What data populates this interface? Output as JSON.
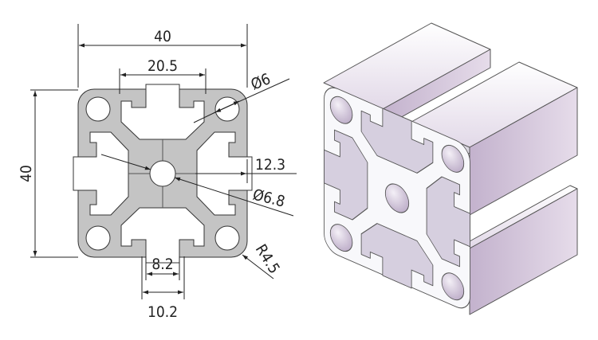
{
  "drawing": {
    "width_label": "40",
    "height_label": "40",
    "slot_spacing_label": "20.5",
    "corner_hole_label": "Ø6",
    "center_offset_label": "12.3",
    "center_hole_label": "Ø6.8",
    "corner_radius_label": "R4.5",
    "slot_opening_label": "8.2",
    "slot_outer_label": "10.2"
  },
  "colors": {
    "profile_fill": "#c4c4c4",
    "iso_face": "#f8f8fb",
    "iso_shade": "#c9b9d2"
  }
}
